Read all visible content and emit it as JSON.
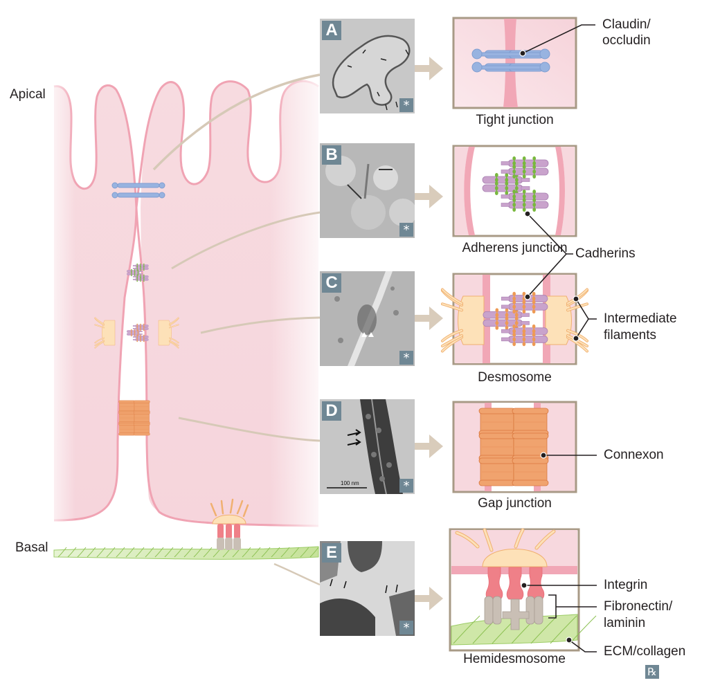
{
  "figure": {
    "side_labels": {
      "apical": "Apical",
      "basal": "Basal"
    },
    "panels": [
      {
        "letter": "A",
        "title": "Tight junction",
        "callouts": [
          "Claudin/",
          "occludin"
        ],
        "em_badge": "*"
      },
      {
        "letter": "B",
        "title": "Adherens junction",
        "callouts": [],
        "em_badge": "*"
      },
      {
        "letter": "C",
        "title": "Desmosome",
        "callouts": [],
        "em_badge": "*"
      },
      {
        "letter": "D",
        "title": "Gap junction",
        "callouts": [
          "Connexon"
        ],
        "em_badge": "*",
        "scale_bar": "100 nm"
      },
      {
        "letter": "E",
        "title": "Hemidesmosome",
        "callouts": [],
        "em_badge": "*"
      }
    ],
    "shared_callouts": {
      "cadherins": "Cadherins",
      "intermediate_filaments": [
        "Intermediate",
        "filaments"
      ],
      "integrin": "Integrin",
      "fibronectin_laminin": [
        "Fibronectin/",
        "laminin"
      ],
      "ecm_collagen": "ECM/collagen"
    },
    "logo": "℞"
  },
  "colors": {
    "membrane": "#f2a7b6",
    "cytoplasm": "#f8dbe1",
    "box_border": "#a89a86",
    "arrow": "#d8cbbb",
    "claudin": "#93acd9",
    "cadherin": "#c9a3cc",
    "catenin_green": "#79b83e",
    "desmo_orange": "#ee9a55",
    "plaque": "#fde1b8",
    "connexon": "#f0a36e",
    "integrin": "#ef8088",
    "fibronectin": "#c9bfb5",
    "collagen": "#cfe7a8",
    "badge": "#6f8794"
  }
}
